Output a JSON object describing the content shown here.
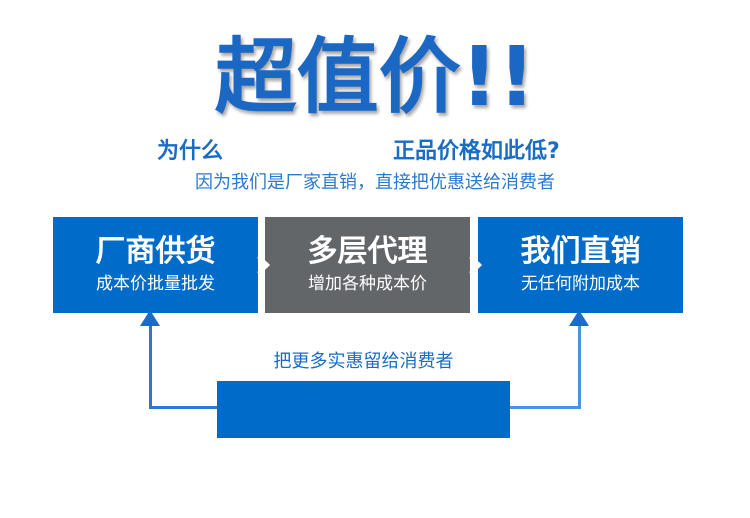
{
  "title": "超值价!!",
  "question_left": "为什么",
  "question_right": "正品价格如此低?",
  "subtitle": "因为我们是厂家直销，直接把优惠送给消费者",
  "boxes": [
    {
      "heading": "厂商供货",
      "sub": "成本价批量批发"
    },
    {
      "heading": "多层代理",
      "sub": "增加各种成本价"
    },
    {
      "heading": "我们直销",
      "sub": "无任何附加成本"
    }
  ],
  "note": "把更多实惠留给消费者",
  "colors": {
    "blue": "#006bc8",
    "gray": "#636669"
  }
}
